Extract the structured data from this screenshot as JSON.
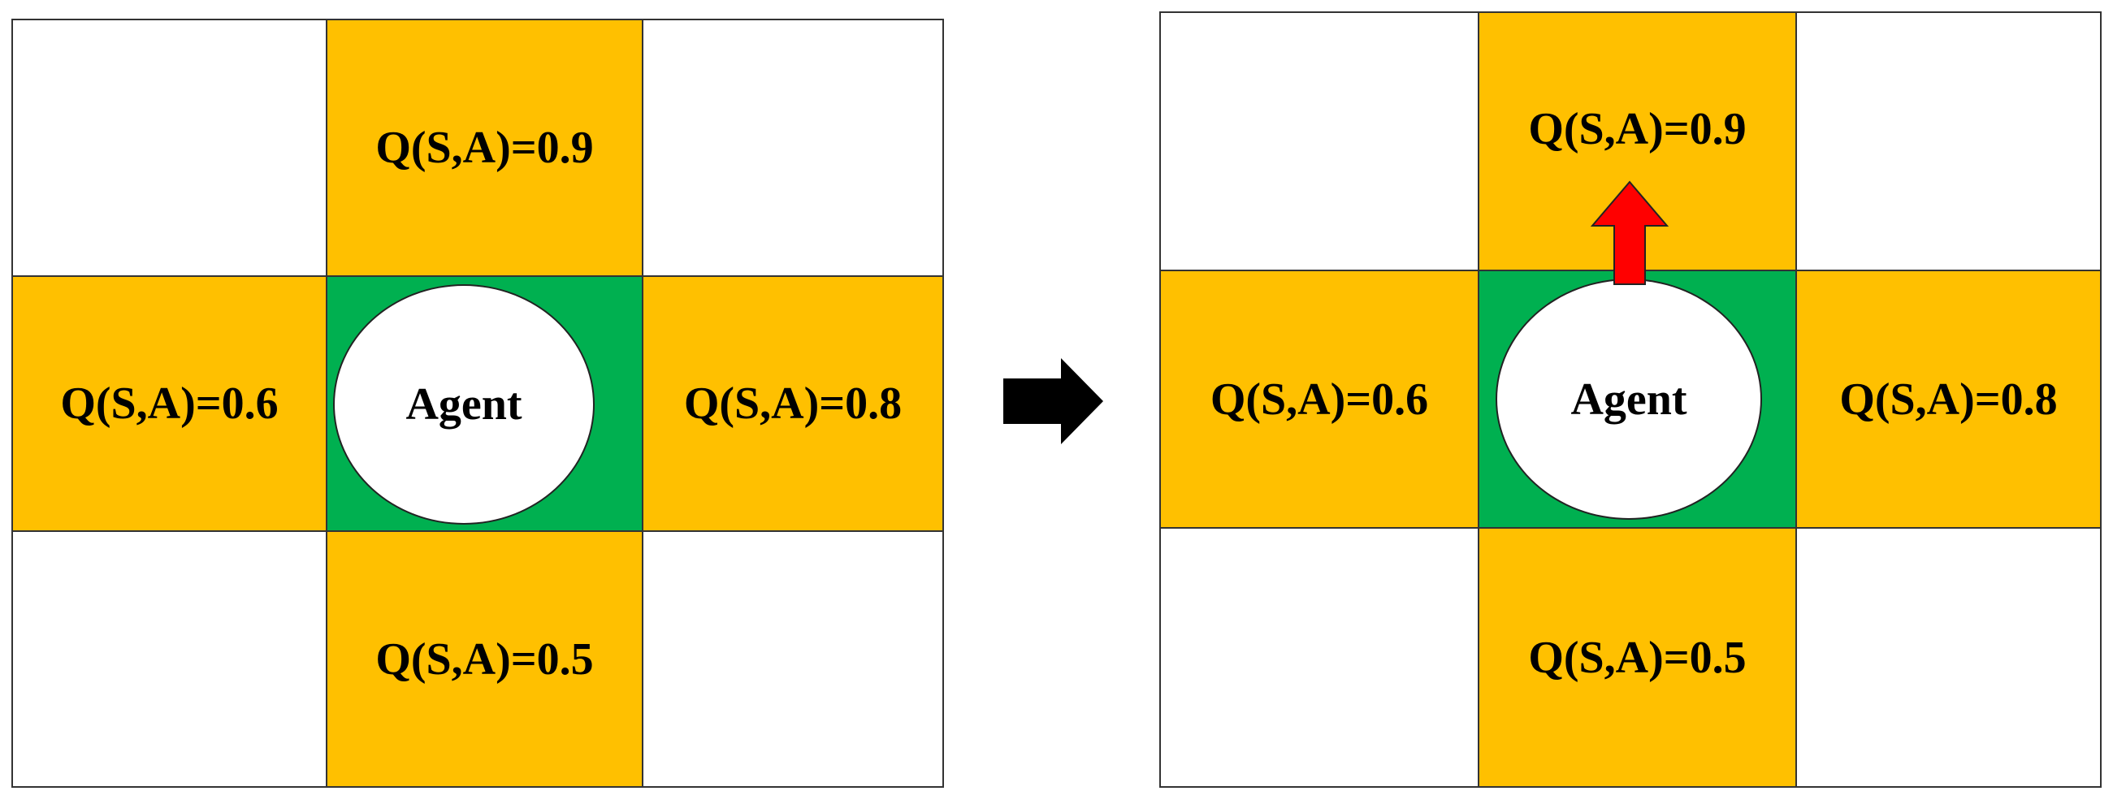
{
  "colors": {
    "action_cell": "#FFC000",
    "agent_cell": "#00B050",
    "empty_cell": "#FFFFFF",
    "chosen_action_arrow": "#FF0000",
    "transition_arrow": "#000000"
  },
  "panels": [
    {
      "up": {
        "label": "Q(S,A)=0.9"
      },
      "left": {
        "label": "Q(S,A)=0.6"
      },
      "right": {
        "label": "Q(S,A)=0.8"
      },
      "down": {
        "label": "Q(S,A)=0.5"
      },
      "agent": {
        "label": "Agent"
      },
      "chosen_action": ""
    },
    {
      "up": {
        "label": "Q(S,A)=0.9"
      },
      "left": {
        "label": "Q(S,A)=0.6"
      },
      "right": {
        "label": "Q(S,A)=0.8"
      },
      "down": {
        "label": "Q(S,A)=0.5"
      },
      "agent": {
        "label": "Agent"
      },
      "chosen_action": "up"
    }
  ],
  "transition_arrow_icon": "right-arrow-icon",
  "chosen_action_icon": "up-arrow-icon"
}
